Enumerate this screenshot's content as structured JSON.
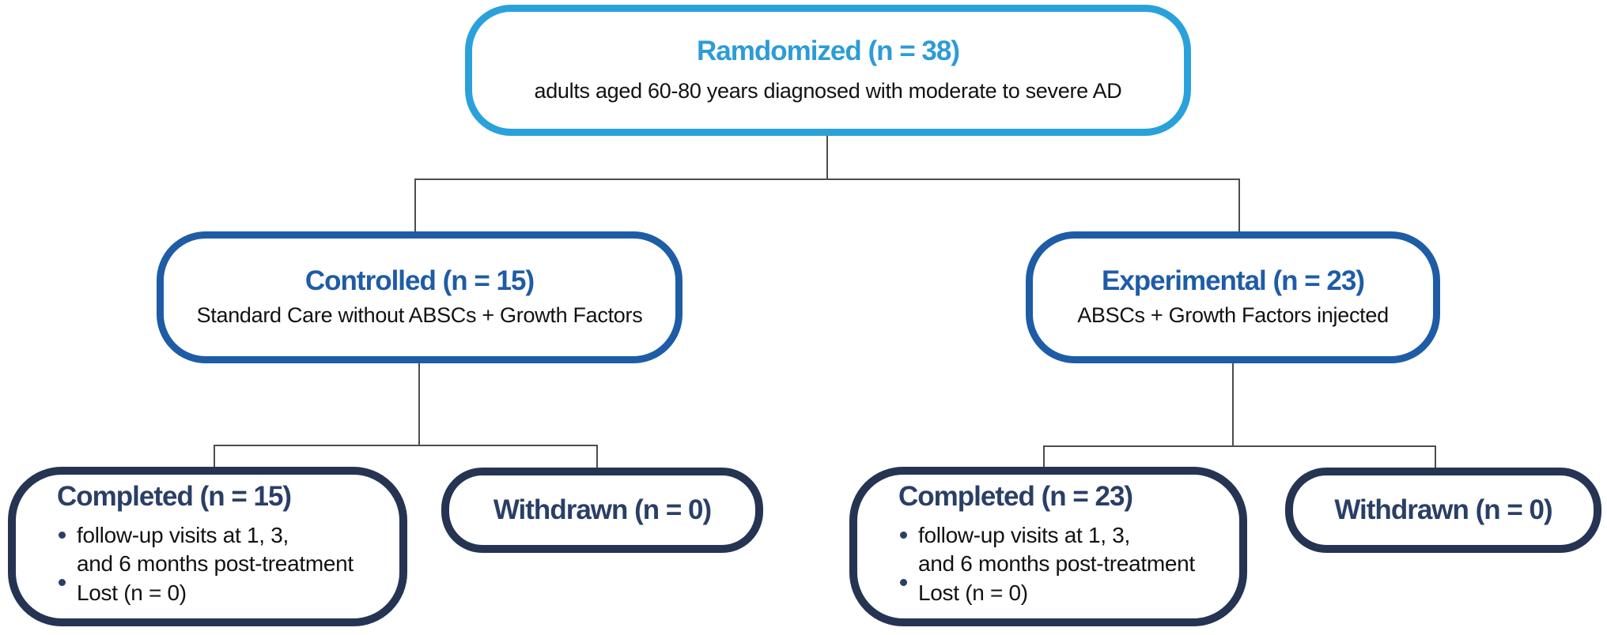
{
  "palette": {
    "light_blue": "#2AA1DB",
    "light_blue_text": "#2C9CD6",
    "mid_blue": "#1E5CA6",
    "navy": "#253452",
    "navy_text": "#2A3F66",
    "line": "#4D4D4D",
    "text": "#121212"
  },
  "nodes": {
    "randomized": {
      "title": "Ramdomized (n = 38)",
      "subtitle": "adults aged 60-80 years diagnosed with moderate to severe AD"
    },
    "controlled": {
      "title": "Controlled (n = 15)",
      "subtitle": "Standard Care without ABSCs + Growth Factors"
    },
    "experimental": {
      "title": "Experimental (n = 23)",
      "subtitle": "ABSCs + Growth Factors injected"
    },
    "controlled_completed": {
      "title": "Completed (n = 15)",
      "bullets": [
        {
          "lines": [
            "follow-up visits at 1, 3,",
            "and 6 months post-treatment"
          ]
        },
        {
          "lines": [
            "Lost (n = 0)"
          ]
        }
      ]
    },
    "controlled_withdrawn": {
      "title": "Withdrawn (n = 0)"
    },
    "experimental_completed": {
      "title": "Completed (n = 23)",
      "bullets": [
        {
          "lines": [
            "follow-up visits at 1, 3,",
            "and 6 months post-treatment"
          ]
        },
        {
          "lines": [
            "Lost (n = 0)"
          ]
        }
      ]
    },
    "experimental_withdrawn": {
      "title": "Withdrawn (n = 0)"
    }
  }
}
